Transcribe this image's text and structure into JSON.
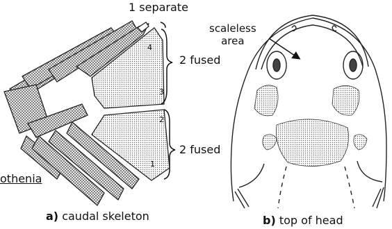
{
  "figure": {
    "labels": {
      "separate": "1 separate",
      "fused_upper": "2 fused",
      "fused_lower": "2 fused",
      "genus_fragment": "othenia",
      "scaleless_line1": "scaleless",
      "scaleless_line2": "area"
    },
    "plate_numbers": [
      "4",
      "3",
      "2",
      "1"
    ],
    "captions": {
      "a": {
        "letter": "a)",
        "text": " caudal skeleton"
      },
      "b": {
        "letter": "b)",
        "text": " top of head"
      }
    }
  }
}
